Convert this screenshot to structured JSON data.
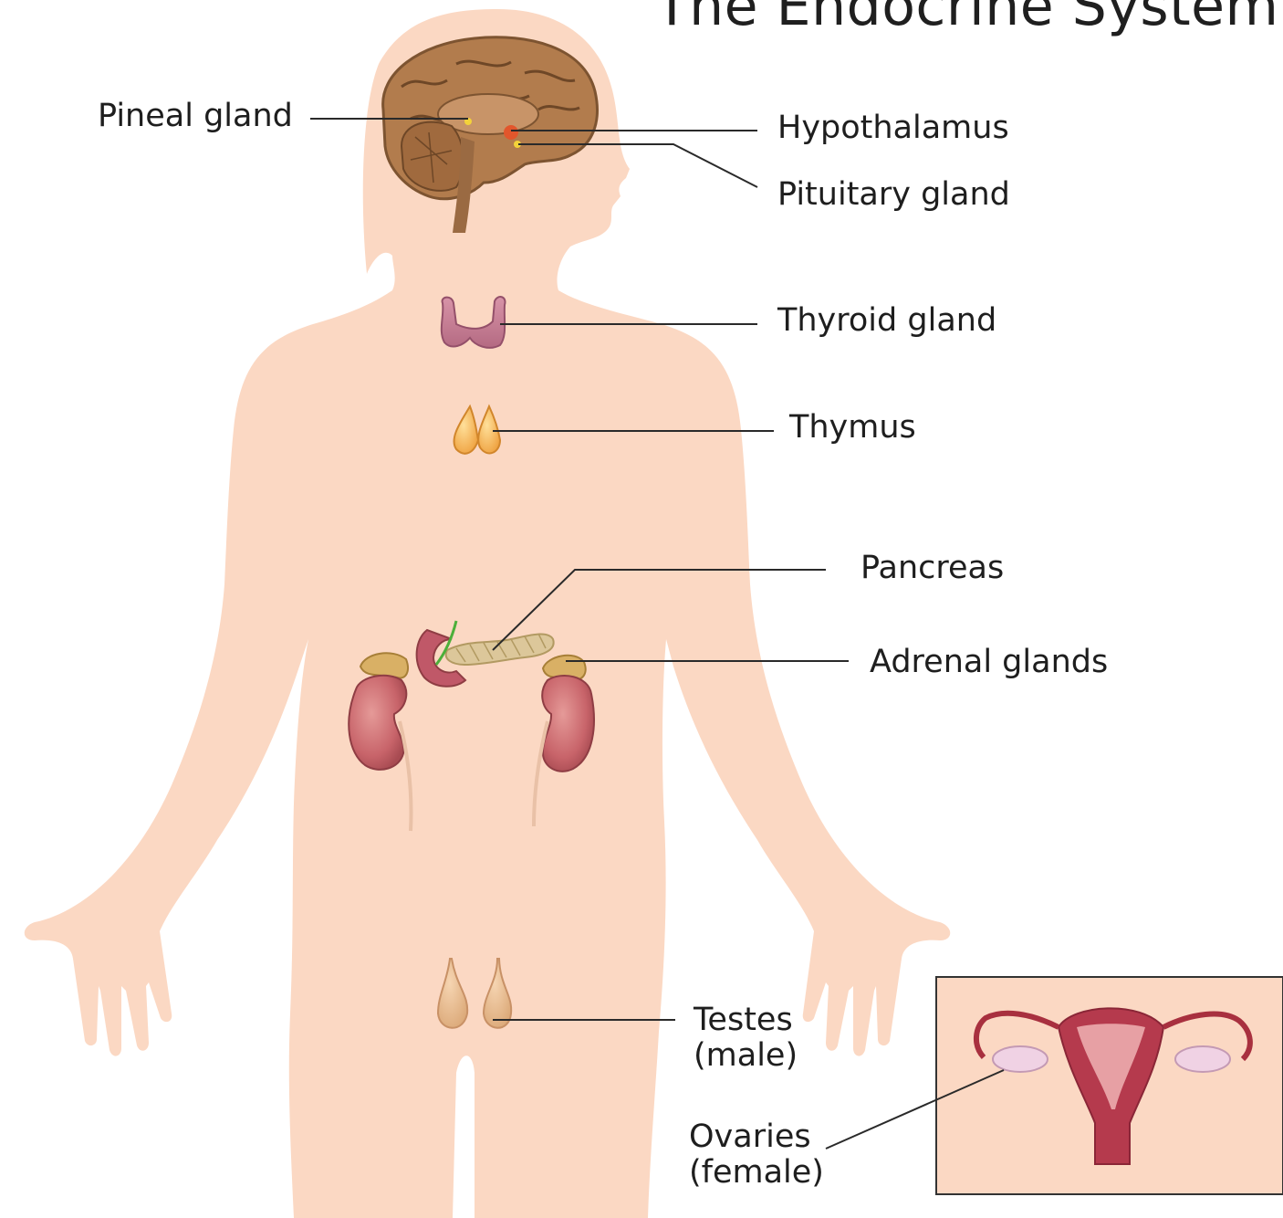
{
  "title": "The Endocrine System",
  "colors": {
    "skin": "#fbd8c3",
    "brain": "#b27c4d",
    "thyroid": "#c97f96",
    "thymus": "#f2b255",
    "kidney": "#c8646a",
    "adrenal": "#d9b065",
    "pancreas": "#dcc79a",
    "uterus": "#b53a4d",
    "leader_line": "#2a2a2a",
    "inset_border": "#333333"
  },
  "labels": {
    "pineal": "Pineal gland",
    "hypothalamus": "Hypothalamus",
    "pituitary": "Pituitary gland",
    "thyroid": "Thyroid gland",
    "thymus": "Thymus",
    "pancreas": "Pancreas",
    "adrenal": "Adrenal glands",
    "testes_line1": "Testes",
    "testes_line2": "(male)",
    "ovaries_line1": "Ovaries",
    "ovaries_line2": "(female)"
  }
}
